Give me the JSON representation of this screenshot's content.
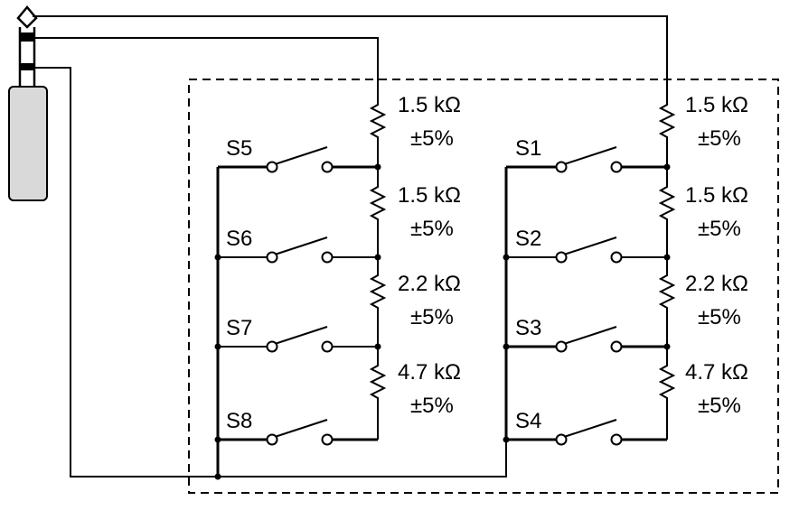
{
  "resistors_left": [
    {
      "value": "1.5 kΩ",
      "tolerance": "±5%"
    },
    {
      "value": "1.5 kΩ",
      "tolerance": "±5%"
    },
    {
      "value": "2.2 kΩ",
      "tolerance": "±5%"
    },
    {
      "value": "4.7 kΩ",
      "tolerance": "±5%"
    }
  ],
  "resistors_right": [
    {
      "value": "1.5 kΩ",
      "tolerance": "±5%"
    },
    {
      "value": "1.5 kΩ",
      "tolerance": "±5%"
    },
    {
      "value": "2.2 kΩ",
      "tolerance": "±5%"
    },
    {
      "value": "4.7 kΩ",
      "tolerance": "±5%"
    }
  ],
  "switches_left": [
    "S5",
    "S6",
    "S7",
    "S8"
  ],
  "switches_right": [
    "S1",
    "S2",
    "S3",
    "S4"
  ],
  "colors": {
    "stroke": "#000000",
    "plug_fill": "#d9d9d9",
    "background": "#ffffff"
  }
}
